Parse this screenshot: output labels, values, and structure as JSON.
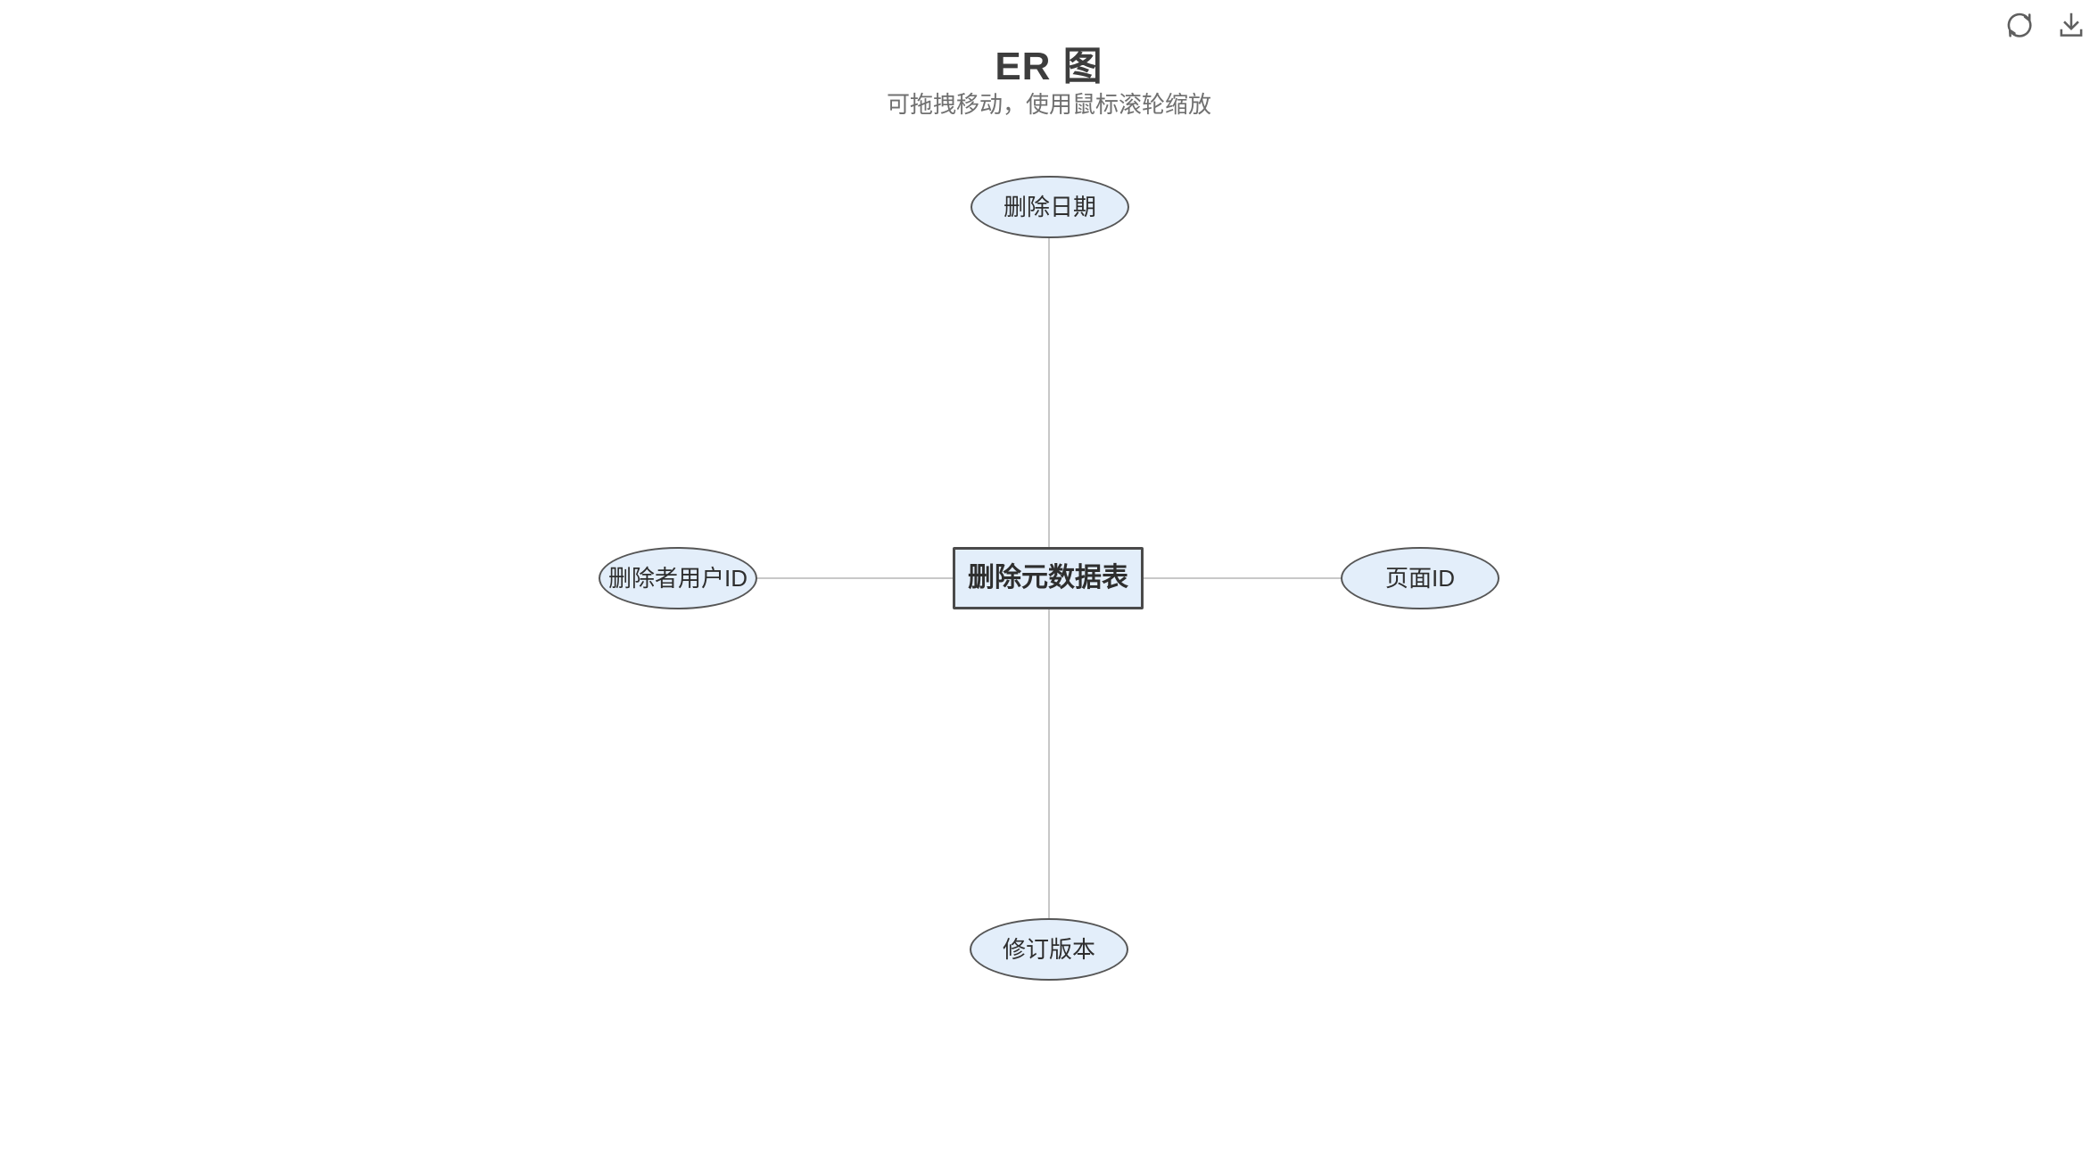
{
  "page": {
    "title": "ER 图",
    "subtitle": "可拖拽移动，使用鼠标滚轮缩放"
  },
  "toolbar": {
    "icons": [
      {
        "name": "refresh-icon",
        "action": "refresh"
      },
      {
        "name": "download-icon",
        "action": "download"
      }
    ]
  },
  "diagram": {
    "type": "er-diagram",
    "entity": {
      "label": "删除元数据表",
      "shape": "rectangle"
    },
    "attributes": [
      {
        "label": "删除日期",
        "shape": "ellipse",
        "position": "top"
      },
      {
        "label": "删除者用户ID",
        "shape": "ellipse",
        "position": "left"
      },
      {
        "label": "页面ID",
        "shape": "ellipse",
        "position": "right"
      },
      {
        "label": "修订版本",
        "shape": "ellipse",
        "position": "bottom"
      }
    ],
    "edges": [
      {
        "from": "删除元数据表",
        "to": "删除日期"
      },
      {
        "from": "删除元数据表",
        "to": "删除者用户ID"
      },
      {
        "from": "删除元数据表",
        "to": "页面ID"
      },
      {
        "from": "删除元数据表",
        "to": "修订版本"
      }
    ]
  },
  "colors": {
    "background": "#ffffff",
    "node_fill": "#e3eefa",
    "entity_border": "#4a4a4a",
    "attribute_border": "#565656",
    "edge": "#c8c8c8",
    "title_text": "#3d3d3d",
    "subtitle_text": "#707070",
    "node_text": "#2e2e2e",
    "icon": "#5f5f5f"
  }
}
